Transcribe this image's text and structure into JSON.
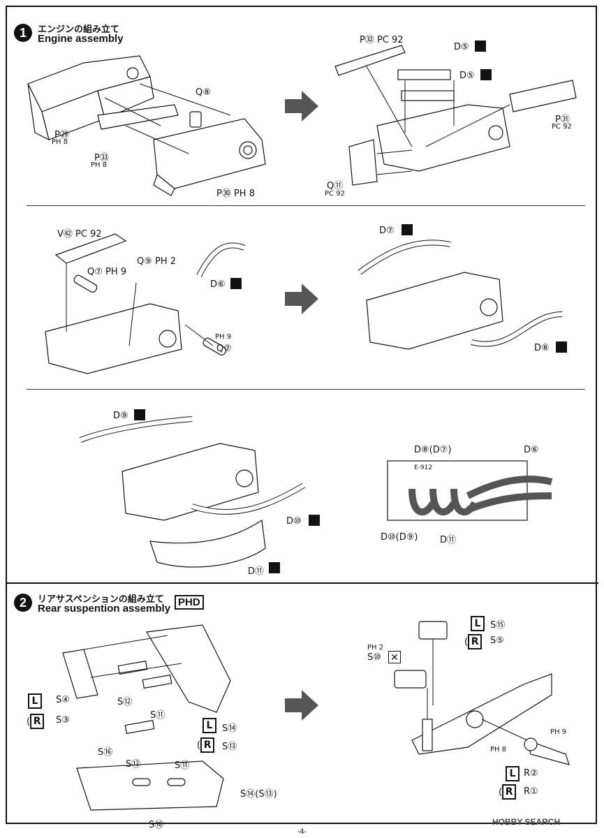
{
  "step1": {
    "number": "1",
    "title_jp": "エンジンの組み立て",
    "title_en": "Engine assembly"
  },
  "step2": {
    "number": "2",
    "title_jp": "リアサスペンションの組み立て",
    "title_en": "Rear suspention assembly",
    "badge": "PHD"
  },
  "labels": {
    "p29": "P㉙",
    "ph8a": "PH 8",
    "p33": "P㉝",
    "ph8b": "PH 8",
    "q8": "Q⑧",
    "p30": "P㉚ PH 8",
    "p32": "P㉜ PC 92",
    "d5a": "D⑤",
    "d5b": "D⑤",
    "p31": "P㉛",
    "pc92a": "PC 92",
    "q11": "Q⑪",
    "pc92b": "PC 92",
    "v42": "V㊷ PC 92",
    "q9": "Q⑨ PH 2",
    "q7a": "Q⑦ PH 9",
    "d6a": "D⑥",
    "ph9a": "PH 9",
    "q7b": "Q⑦",
    "d7": "D⑦",
    "d8": "D⑧",
    "d9": "D⑨",
    "d10": "D⑩",
    "d11": "D⑪",
    "d8d7": "D⑧(D⑦)",
    "d6b": "D⑥",
    "d10d9": "D⑩(D⑨)",
    "d11b": "D⑪",
    "ej": "E-912",
    "s4": "S④",
    "s3": "S③",
    "s12": "S⑫",
    "s11": "S⑪",
    "s14": "S⑭",
    "s13": "S⑬",
    "s16": "S⑯",
    "s12b": "S⑫",
    "s11b": "S⑪",
    "s14s13": "S⑭(S⑬)",
    "s16b": "S⑯",
    "s15": "S⑮",
    "s5": "S⑤",
    "ph2": "PH 2",
    "s10": "S⑩",
    "ph9b": "PH 9",
    "ph8c": "PH 8",
    "r2": "R②",
    "r1": "R①",
    "L": "L",
    "R": "R"
  },
  "footer": "-4-",
  "watermark": "HOBBY SEARCH"
}
